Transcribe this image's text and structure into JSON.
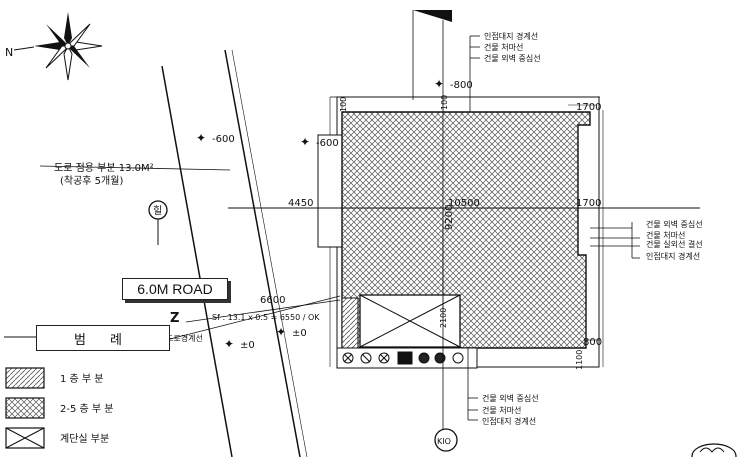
{
  "compass": {
    "north_label": "N"
  },
  "road": {
    "label": "6.0M ROAD",
    "north_mark": "Z"
  },
  "road_area": {
    "line1": "도로 점용 부분 13.0M²",
    "line2": "(착공후 5개월)"
  },
  "levels": {
    "a": "-600",
    "b": "-600",
    "c": "-800",
    "d": "±0",
    "e": "±0"
  },
  "dimensions": {
    "left_width": "4450",
    "main_width": "10500",
    "right_offset_top": "1700",
    "right_offset_mid": "1700",
    "height": "9200",
    "top_small_a": "100",
    "top_small_b": "100",
    "bottom_right": "800",
    "bottom_side": "1100",
    "road_6600": "6600",
    "inner_2100": "2100"
  },
  "sight_line_formula": "Sf : 13.1 x 0.5 = 6550 / OK",
  "callouts": {
    "top": [
      "인접대지 경계선",
      "건물 처마선",
      "건물 외벽 중심선"
    ],
    "right": [
      "건물 외벽 중심선",
      "건물 처마선",
      "건물 실외선 결선",
      "인접대지 경계선"
    ],
    "bottom": [
      "건물 외벽 중심선",
      "건물 처마선",
      "인접대지 경계선"
    ],
    "road_boundary": "도로경계선"
  },
  "markers": {
    "left": "힐",
    "bottom": "KIO"
  },
  "legend": {
    "title": "범 례",
    "items": [
      {
        "label": "1 층 부 분"
      },
      {
        "label": "2-5 층 부 분"
      },
      {
        "label": "계단실 부분"
      }
    ]
  }
}
